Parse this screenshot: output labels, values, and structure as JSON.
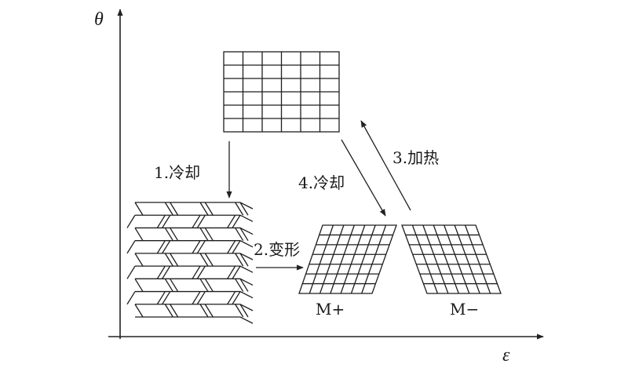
{
  "axes": {
    "y_label": "θ",
    "x_label": "ε"
  },
  "steps": {
    "cooling_1": "1.冷却",
    "deform_2": "2.变形",
    "heating_3": "3.加热",
    "cooling_4": "4.冷却"
  },
  "variants": {
    "m_plus": "M+",
    "m_minus": "M−"
  }
}
